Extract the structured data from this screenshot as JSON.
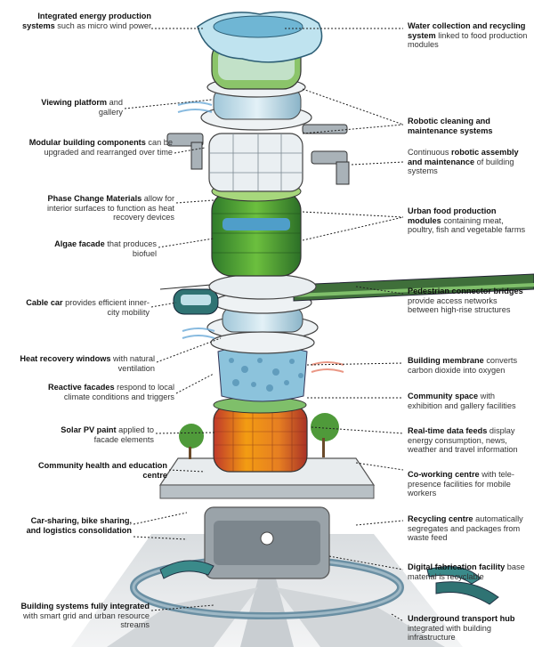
{
  "left_labels": [
    {
      "bold": "Integrated energy production systems",
      "rest": " such as micro wind power"
    },
    {
      "bold": "Viewing platform",
      "rest": " and gallery"
    },
    {
      "bold": "Modular building components",
      "rest": " can be upgraded and rearranged over time"
    },
    {
      "bold": "Phase Change Materials",
      "rest": " allow for interior surfaces to function as heat recovery devices"
    },
    {
      "bold": "Algae facade",
      "rest": " that produces biofuel"
    },
    {
      "bold": "Cable car",
      "rest": " provides efficient inner-city mobility"
    },
    {
      "bold": "Heat recovery windows",
      "rest": " with natural ventilation"
    },
    {
      "bold": "Reactive facades",
      "rest": " respond to local climate conditions and triggers"
    },
    {
      "bold": "Solar PV paint",
      "rest": " applied to facade elements"
    },
    {
      "bold": "Community health and education centre",
      "rest": ""
    },
    {
      "bold": "Car-sharing, bike sharing, and logistics consolidation",
      "rest": ""
    },
    {
      "bold": "Building systems fully integrated",
      "rest": " with smart grid and urban resource streams"
    }
  ],
  "right_labels": [
    {
      "bold": "Water collection and recycling system",
      "rest": " linked to food production modules"
    },
    {
      "bold": "Robotic cleaning and maintenance systems",
      "rest": ""
    },
    {
      "pre": "Continuous ",
      "bold": "robotic assembly and maintenance",
      "rest": " of building systems"
    },
    {
      "bold": "Urban food production modules",
      "rest": " containing meat, poultry, fish and vegetable farms"
    },
    {
      "bold": "Pedestrian connector bridges",
      "rest": " provide access networks between high-rise structures"
    },
    {
      "bold": "Building membrane",
      "rest": " converts carbon dioxide into oxygen"
    },
    {
      "bold": "Community space",
      "rest": " with exhibition and gallery facilities"
    },
    {
      "bold": "Real-time data feeds",
      "rest": " display energy consumption, news, weather and travel information"
    },
    {
      "bold": "Co-working centre",
      "rest": " with tele-presence facilities for mobile workers"
    },
    {
      "bold": "Recycling centre",
      "rest": " automatically segregates and packages from waste feed"
    },
    {
      "bold": "Digital fabrication facility",
      "rest": " base material is recyclable"
    },
    {
      "bold": "Underground transport hub",
      "rest": " integrated with building infrastructure"
    }
  ]
}
